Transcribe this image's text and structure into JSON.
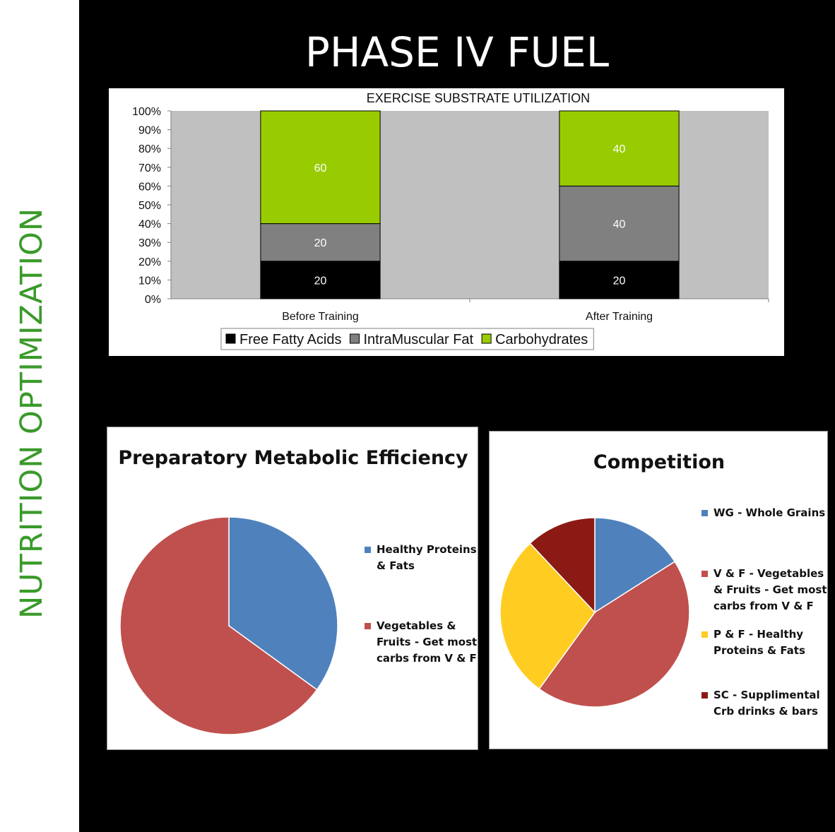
{
  "side_label": "NUTRITION OPTIMIZATION",
  "title": "PHASE IV FUEL",
  "colors": {
    "free_fatty_acids": "#000000",
    "intramuscular_fat": "#808080",
    "carbohydrates": "#99cc00",
    "plot_area": "#c0c0c0",
    "side_label": "#3a9a2a",
    "pie_blue": "#4f81bd",
    "pie_red": "#c0504d",
    "pie_yellow": "#ffcc22",
    "pie_darkred": "#8b1a14"
  },
  "chart_data": [
    {
      "type": "bar",
      "stacked": true,
      "title": "EXERCISE SUBSTRATE UTILIZATION",
      "categories": [
        "Before Training",
        "After Training"
      ],
      "series": [
        {
          "name": "Free Fatty Acids",
          "values": [
            20,
            20
          ],
          "color": "#000000"
        },
        {
          "name": "IntraMuscular Fat",
          "values": [
            20,
            40
          ],
          "color": "#808080"
        },
        {
          "name": "Carbohydrates",
          "values": [
            60,
            40
          ],
          "color": "#99cc00"
        }
      ],
      "y_ticks": [
        "0%",
        "10%",
        "20%",
        "30%",
        "40%",
        "50%",
        "60%",
        "70%",
        "80%",
        "90%",
        "100%"
      ],
      "ylim": [
        0,
        100
      ],
      "legend_position": "bottom",
      "grid": false
    },
    {
      "type": "pie",
      "title": "Preparatory Metabolic Efficiency",
      "slices": [
        {
          "label": "Healthy Proteins & Fats",
          "value": 35,
          "color": "#4f81bd"
        },
        {
          "label": "Vegetables & Fruits - Get most carbs from V & F",
          "value": 65,
          "color": "#c0504d"
        }
      ],
      "legend_labels": [
        "Healthy Proteins\n& Fats",
        "Vegetables &\nFruits - Get most\ncarbs from V & F"
      ],
      "legend_position": "right"
    },
    {
      "type": "pie",
      "title": "Competition",
      "slices": [
        {
          "label": "WG - Whole Grains",
          "value": 16,
          "color": "#4f81bd"
        },
        {
          "label": "V & F - Vegetables & Fruits - Get most carbs from V & F",
          "value": 44,
          "color": "#c0504d"
        },
        {
          "label": "P & F - Healthy Proteins & Fats",
          "value": 28,
          "color": "#ffcc22"
        },
        {
          "label": "SC - Supplimental Crb drinks & bars",
          "value": 12,
          "color": "#8b1a14"
        }
      ],
      "legend_labels": [
        "WG - Whole Grains",
        "V & F - Vegetables\n& Fruits - Get most\ncarbs from V & F",
        "P & F - Healthy\nProteins & Fats",
        "SC - Supplimental\nCrb drinks & bars"
      ],
      "legend_position": "right"
    }
  ]
}
